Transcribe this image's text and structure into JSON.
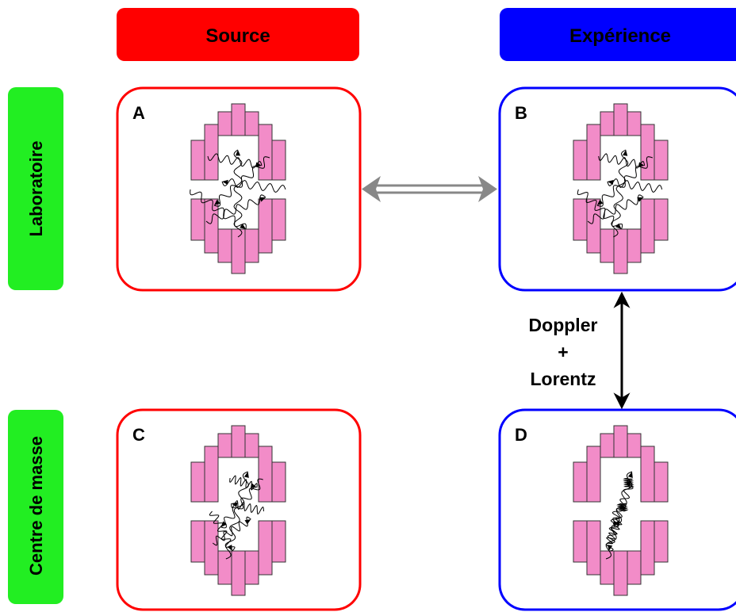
{
  "columns": {
    "source": "Source",
    "experience": "Expérience"
  },
  "rows": {
    "lab": "Laboratoire",
    "cm": "Centre de masse"
  },
  "panels": [
    {
      "id": "A",
      "label": "A",
      "frame": "source"
    },
    {
      "id": "B",
      "label": "B",
      "frame": "experience"
    },
    {
      "id": "C",
      "label": "C",
      "frame": "source"
    },
    {
      "id": "D",
      "label": "D",
      "frame": "experience"
    }
  ],
  "transform": {
    "line1": "Doppler",
    "line2": "+",
    "line3": "Lorentz"
  },
  "colors": {
    "source": "#ff0000",
    "experience": "#0000ff",
    "row_tag": "#22ee22",
    "bar_fill": "#f28cc8",
    "bar_stroke": "#333333",
    "double_arrow": "#888888"
  }
}
